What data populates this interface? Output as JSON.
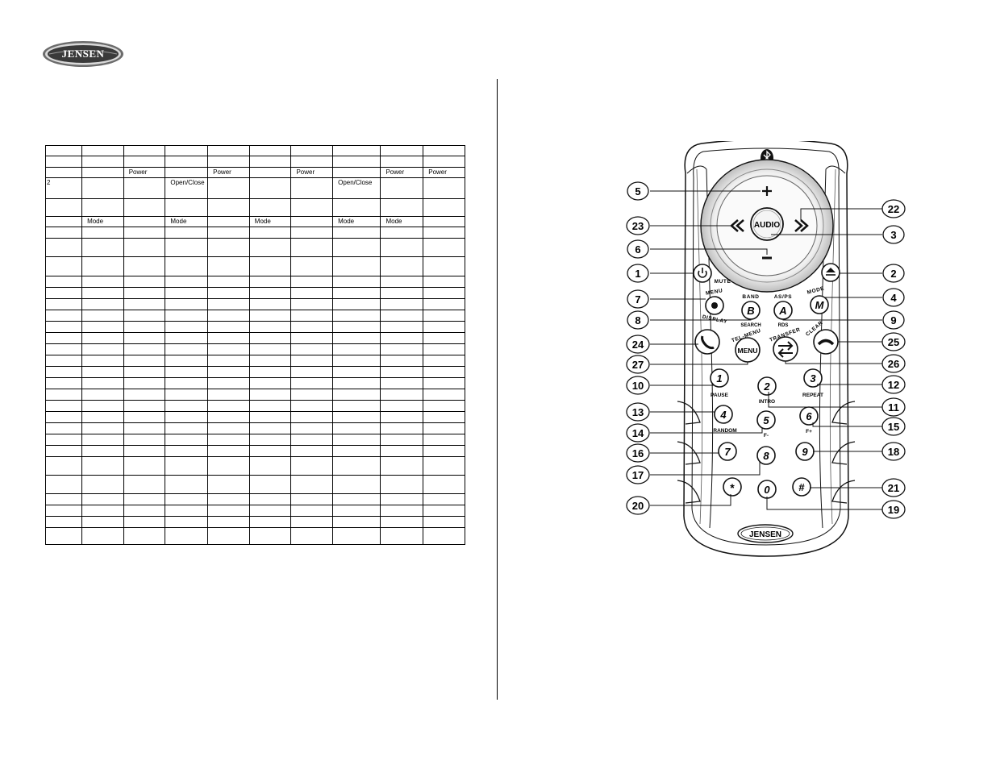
{
  "header": {
    "brand": "JENSEN"
  },
  "table": {
    "col_widths": [
      41,
      47,
      47,
      48,
      47,
      47,
      47,
      54,
      48,
      47
    ],
    "rows": [
      {
        "h": 13,
        "cells": [
          "",
          "",
          "",
          "",
          "",
          "",
          "",
          "",
          "",
          ""
        ]
      },
      {
        "h": 14,
        "cells": [
          "",
          "",
          "",
          "",
          "",
          "",
          "",
          "",
          "",
          ""
        ]
      },
      {
        "h": 13,
        "cells": [
          "",
          "",
          "Power",
          "",
          "Power",
          "",
          "Power",
          "",
          "Power",
          "Power"
        ]
      },
      {
        "h": 26,
        "cells": [
          "2",
          "",
          "",
          "Open/Close",
          "",
          "",
          "",
          "Open/Close",
          "",
          ""
        ]
      },
      {
        "h": 22,
        "cells": [
          "",
          "",
          "",
          "",
          "",
          "",
          "",
          "",
          "",
          ""
        ]
      },
      {
        "h": 13,
        "cells": [
          "",
          "Mode",
          "",
          "Mode",
          "",
          "Mode",
          "",
          "Mode",
          "Mode",
          ""
        ]
      },
      {
        "h": 14,
        "cells": [
          "",
          "",
          "",
          "",
          "",
          "",
          "",
          "",
          "",
          ""
        ]
      },
      {
        "h": 23,
        "cells": [
          "",
          "",
          "",
          "",
          "",
          "",
          "",
          "",
          "",
          ""
        ]
      },
      {
        "h": 24,
        "cells": [
          "",
          "",
          "",
          "",
          "",
          "",
          "",
          "",
          "",
          ""
        ]
      },
      {
        "h": 14,
        "cells": [
          "",
          "",
          "",
          "",
          "",
          "",
          "",
          "",
          "",
          ""
        ]
      },
      {
        "h": 14,
        "cells": [
          "",
          "",
          "",
          "",
          "",
          "",
          "",
          "",
          "",
          ""
        ]
      },
      {
        "h": 14,
        "cells": [
          "",
          "",
          "",
          "",
          "",
          "",
          "",
          "",
          "",
          ""
        ]
      },
      {
        "h": 14,
        "cells": [
          "",
          "",
          "",
          "",
          "",
          "",
          "",
          "",
          "",
          ""
        ]
      },
      {
        "h": 14,
        "cells": [
          "",
          "",
          "",
          "",
          "",
          "",
          "",
          "",
          "",
          ""
        ]
      },
      {
        "h": 14,
        "cells": [
          "",
          "",
          "",
          "",
          "",
          "",
          "",
          "",
          "",
          ""
        ]
      },
      {
        "h": 14,
        "cells": [
          "",
          "",
          "",
          "",
          "",
          "",
          "",
          "",
          "",
          ""
        ]
      },
      {
        "h": 14,
        "cells": [
          "",
          "",
          "",
          "",
          "",
          "",
          "",
          "",
          "",
          ""
        ]
      },
      {
        "h": 14,
        "cells": [
          "",
          "",
          "",
          "",
          "",
          "",
          "",
          "",
          "",
          ""
        ]
      },
      {
        "h": 14,
        "cells": [
          "",
          "",
          "",
          "",
          "",
          "",
          "",
          "",
          "",
          ""
        ]
      },
      {
        "h": 14,
        "cells": [
          "",
          "",
          "",
          "",
          "",
          "",
          "",
          "",
          "",
          ""
        ]
      },
      {
        "h": 14,
        "cells": [
          "",
          "",
          "",
          "",
          "",
          "",
          "",
          "",
          "",
          ""
        ]
      },
      {
        "h": 14,
        "cells": [
          "",
          "",
          "",
          "",
          "",
          "",
          "",
          "",
          "",
          ""
        ]
      },
      {
        "h": 14,
        "cells": [
          "",
          "",
          "",
          "",
          "",
          "",
          "",
          "",
          "",
          ""
        ]
      },
      {
        "h": 14,
        "cells": [
          "",
          "",
          "",
          "",
          "",
          "",
          "",
          "",
          "",
          ""
        ]
      },
      {
        "h": 14,
        "cells": [
          "",
          "",
          "",
          "",
          "",
          "",
          "",
          "",
          "",
          ""
        ]
      },
      {
        "h": 23,
        "cells": [
          "",
          "",
          "",
          "",
          "",
          "",
          "",
          "",
          "",
          ""
        ]
      },
      {
        "h": 23,
        "cells": [
          "",
          "",
          "",
          "",
          "",
          "",
          "",
          "",
          "",
          ""
        ]
      },
      {
        "h": 14,
        "cells": [
          "",
          "",
          "",
          "",
          "",
          "",
          "",
          "",
          "",
          ""
        ]
      },
      {
        "h": 14,
        "cells": [
          "",
          "",
          "",
          "",
          "",
          "",
          "",
          "",
          "",
          ""
        ]
      },
      {
        "h": 14,
        "cells": [
          "",
          "",
          "",
          "",
          "",
          "",
          "",
          "",
          "",
          ""
        ]
      },
      {
        "h": 21,
        "cells": [
          "",
          "",
          "",
          "",
          "",
          "",
          "",
          "",
          "",
          ""
        ]
      }
    ]
  },
  "remote": {
    "labels": {
      "audio": "AUDIO",
      "menu_btn": "MENU",
      "mute": "MUTE",
      "menu": "MENU",
      "display": "DISPLAY",
      "band": "BAND",
      "search": "SEARCH",
      "asps": "AS/PS",
      "rds": "RDS",
      "mode": "MODE",
      "tel_menu": "TEL-MENU",
      "transfer": "TRANSFER",
      "clear": "CLEAR",
      "pause": "PAUSE",
      "intro": "INTRO",
      "repeat": "REPEAT",
      "random": "RANDOM",
      "f_minus": "F-",
      "f_plus": "F+",
      "brand": "JENSEN"
    },
    "keys": {
      "b": "B",
      "a": "A",
      "m": "M",
      "k1": "1",
      "k2": "2",
      "k3": "3",
      "k4": "4",
      "k5": "5",
      "k6": "6",
      "k7": "7",
      "k8": "8",
      "k9": "9",
      "k0": "0",
      "star": "*",
      "hash": "#"
    },
    "callouts": {
      "c1": "1",
      "c2": "2",
      "c3": "3",
      "c4": "4",
      "c5": "5",
      "c6": "6",
      "c7": "7",
      "c8": "8",
      "c9": "9",
      "c10": "10",
      "c11": "11",
      "c12": "12",
      "c13": "13",
      "c14": "14",
      "c15": "15",
      "c16": "16",
      "c17": "17",
      "c18": "18",
      "c19": "19",
      "c20": "20",
      "c21": "21",
      "c22": "22",
      "c23": "23",
      "c24": "24",
      "c25": "25",
      "c26": "26",
      "c27": "27"
    }
  }
}
